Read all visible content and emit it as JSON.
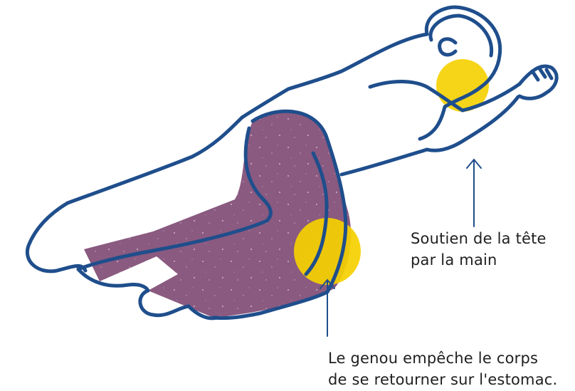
{
  "annotations": {
    "head_support": {
      "lines": [
        "Soutien de la tête",
        "par la main"
      ]
    },
    "knee_support": {
      "lines": [
        "Le genou empêche le corps",
        "de se retourner sur l'estomac."
      ]
    }
  },
  "colors": {
    "outline": "#1f4e8c",
    "pants": "#8a5a80",
    "highlight": "#f5d000",
    "arrow": "#1f4e8c",
    "text": "#1f1f1f"
  }
}
